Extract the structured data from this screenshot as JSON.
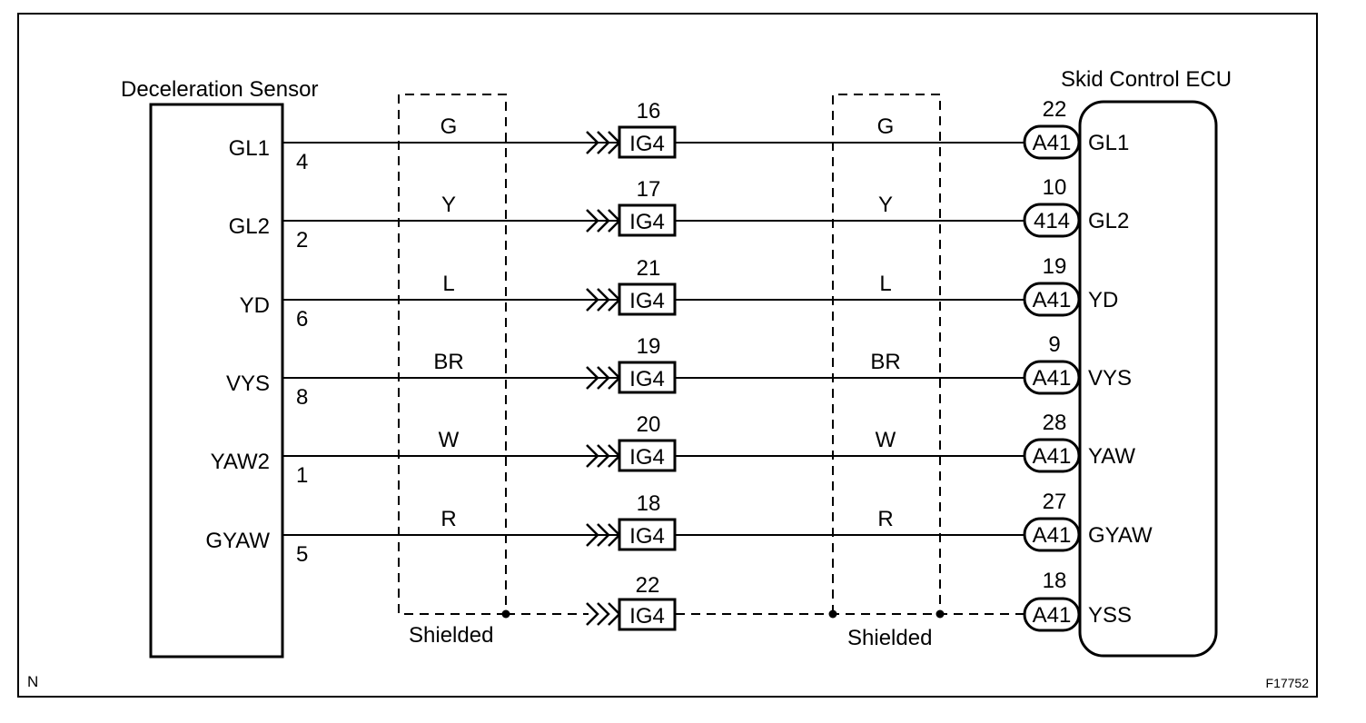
{
  "left_component": {
    "title": "Deceleration Sensor"
  },
  "right_component": {
    "title": "Skid Control ECU"
  },
  "shield_label": "Shielded",
  "corner_left": "N",
  "figure_id": "F17752",
  "junction": {
    "connector": "IG4"
  },
  "wires": [
    {
      "sensor_pin": "GL1",
      "sensor_pin_no": "4",
      "color": "G",
      "junction_pin": "16",
      "ecu_connector": "A41",
      "ecu_pin_no": "22",
      "ecu_pin": "GL1"
    },
    {
      "sensor_pin": "GL2",
      "sensor_pin_no": "2",
      "color": "Y",
      "junction_pin": "17",
      "ecu_connector": "414",
      "ecu_pin_no": "10",
      "ecu_pin": "GL2"
    },
    {
      "sensor_pin": "YD",
      "sensor_pin_no": "6",
      "color": "L",
      "junction_pin": "21",
      "ecu_connector": "A41",
      "ecu_pin_no": "19",
      "ecu_pin": "YD"
    },
    {
      "sensor_pin": "VYS",
      "sensor_pin_no": "8",
      "color": "BR",
      "junction_pin": "19",
      "ecu_connector": "A41",
      "ecu_pin_no": "9",
      "ecu_pin": "VYS"
    },
    {
      "sensor_pin": "YAW2",
      "sensor_pin_no": "1",
      "color": "W",
      "junction_pin": "20",
      "ecu_connector": "A41",
      "ecu_pin_no": "28",
      "ecu_pin": "YAW"
    },
    {
      "sensor_pin": "GYAW",
      "sensor_pin_no": "5",
      "color": "R",
      "junction_pin": "18",
      "ecu_connector": "A41",
      "ecu_pin_no": "27",
      "ecu_pin": "GYAW"
    }
  ],
  "shield_line": {
    "junction_pin": "22",
    "ecu_connector": "A41",
    "ecu_pin_no": "18",
    "ecu_pin": "YSS"
  }
}
